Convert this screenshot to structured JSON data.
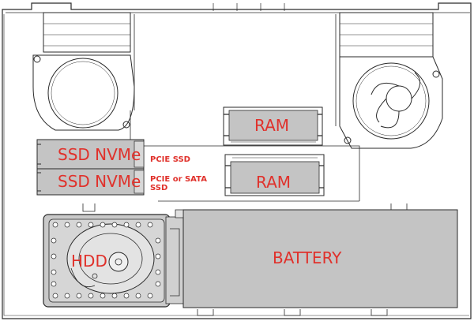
{
  "labels": {
    "ssd1": "SSD NVMe",
    "ssd2": "SSD NVMe",
    "ssd1_note": "PCIE SSD",
    "ssd2_note_line1": "PCIE or SATA",
    "ssd2_note_line2": "SSD",
    "ram1": "RAM",
    "ram2": "RAM",
    "hdd": "HDD",
    "battery": "BATTERY"
  },
  "colors": {
    "label_text": "#e0312b",
    "component_fill": "#c4c4c4",
    "outline": "#2a2a2a",
    "chassis_fill": "#ffffff"
  }
}
